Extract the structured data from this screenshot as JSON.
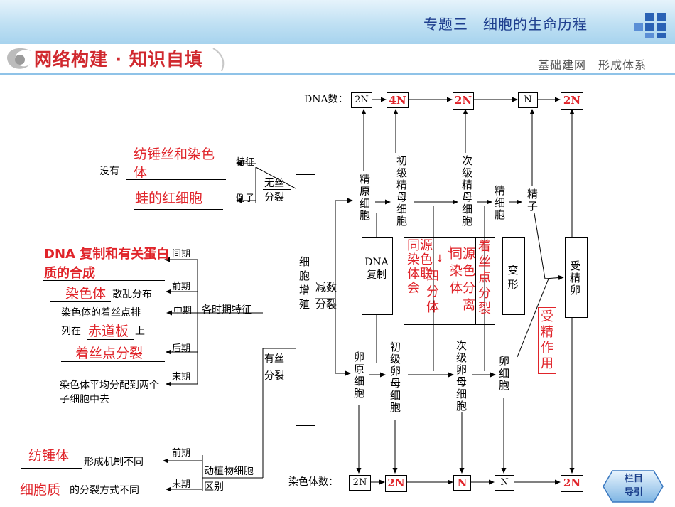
{
  "header": {
    "topic": "专题三　细胞的生命历程",
    "section_title": "网络构建 · 知识自填",
    "section_right": "基础建网　形成体系"
  },
  "left": {
    "no_spindle": "没有",
    "fill_spindle": "纺锤丝和染色体",
    "feature": "特征",
    "example": "例子",
    "fill_frog": "蛙的红细胞",
    "amitosis": "无丝分裂",
    "interphase": "间期",
    "fill_dna": "DNA 复制和有关蛋白质的合成",
    "prophase": "前期",
    "fill_chromosome": "染色体",
    "scattered": "散乱分布",
    "metaphase": "中期",
    "centromere_text": "染色体的着丝点排",
    "arranged_on": "列在",
    "fill_plate": "赤道板",
    "on": "上",
    "anaphase": "后期",
    "fill_split": "着丝点分裂",
    "telophase": "末期",
    "distribute": "染色体平均分配到两个子细胞中去",
    "phase_features": "各时期特征",
    "mitosis": "有丝分裂",
    "prophase2": "前期",
    "telophase2": "末期",
    "fill_spindle2": "纺锤体",
    "mechanism": "形成机制不同",
    "fill_cytoplasm": "细胞质",
    "division_way": "的分裂方式不同",
    "plant_animal": "动植物细胞区别",
    "proliferation": "细胞增殖",
    "meiosis": "减数分裂"
  },
  "right": {
    "dna_label": "DNA数：",
    "dna_values": [
      "2N",
      "4N",
      "2N",
      "N",
      "2N"
    ],
    "chrom_label": "染色体数：",
    "chrom_values": [
      "2N",
      "2N",
      "N",
      "N",
      "2N"
    ],
    "sperm_stem": "精原细胞",
    "primary_sperm": "初级精母细胞",
    "secondary_sperm": "次级精母细胞",
    "spermatid": "精细胞",
    "sperm": "精子",
    "dna_replication": "DNA复制",
    "fill_homologous": "同源染色体联会",
    "fill_tetrad": "四分体",
    "fill_separate": "同源染色体分离",
    "fill_centromere": "着丝点分裂",
    "transform": "变形",
    "zygote": "受精卵",
    "fill_fertilization": "受精作用",
    "oogonium": "卵原细胞",
    "primary_oocyte": "初级卵母细胞",
    "secondary_oocyte": "次级卵母细胞",
    "ovum": "卵细胞"
  },
  "nav": {
    "label1": "栏目",
    "label2": "导引"
  }
}
